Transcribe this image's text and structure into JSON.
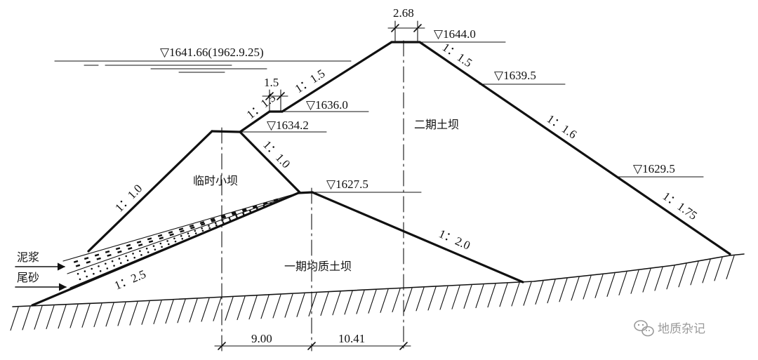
{
  "elevations": {
    "crest": "▽1644.0",
    "flood_level": "▽1641.66(1962.9.25)",
    "downstream_berm": "▽1639.5",
    "upstream_berm": "▽1636.0",
    "temp_dam_top": "▽1634.2",
    "stage1_top": "▽1627.5",
    "downstream_lower": "▽1629.5"
  },
  "slopes": {
    "upstream_upper": "1：1.5",
    "upstream_lower": "1：1.5",
    "downstream_upper": "1：1.5",
    "downstream_mid": "1：1.6",
    "downstream_lower": "1：1.75",
    "temp_dam_upstream": "1：1.0",
    "temp_dam_downstream": "1：1.0",
    "stage1_downstream": "1：2.0",
    "stage1_upstream": "1：2.5"
  },
  "dimensions": {
    "crest_width": "2.68",
    "berm_width": "1.5",
    "width_left": "9.00",
    "width_right": "10.41"
  },
  "zones": {
    "temp_dam": "临时小坝",
    "stage2": "二期土坝",
    "stage1": "一期均质土坝",
    "mud": "泥浆",
    "tailings": "尾砂"
  },
  "watermark": {
    "text": "地质杂记",
    "icon": "wechat-icon"
  }
}
